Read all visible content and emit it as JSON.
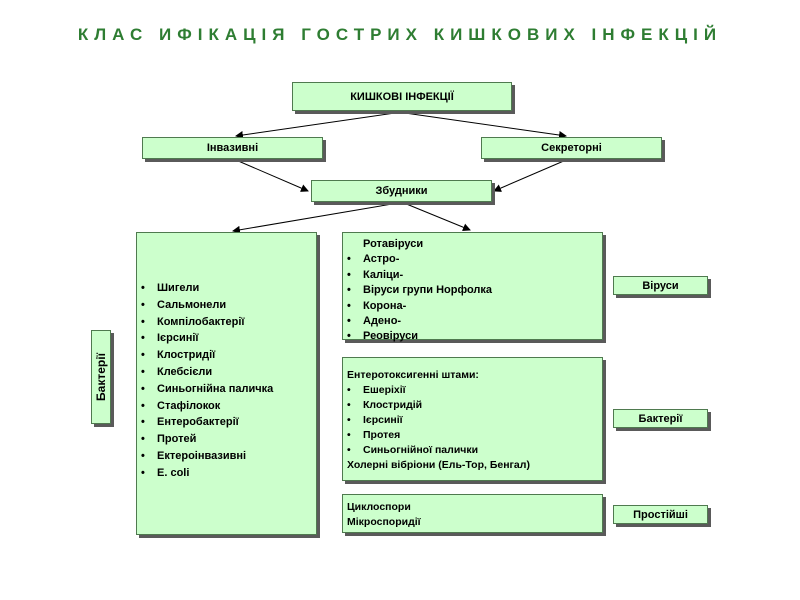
{
  "title": "КЛАС ИФІКАЦІЯ ГОСТРИХ КИШКОВИХ ІНФЕКЦІЙ",
  "root": "КИШКОВІ ІНФЕКЦІЇ",
  "invasive": "Інвазивні",
  "secretory": "Секреторні",
  "pathogens": "Збудники",
  "bacteria_list": [
    "Шигели",
    "Сальмонели",
    "Компілобактерії",
    "Ієрсинії",
    "Клостридії",
    "Клебсієли",
    "Синьогнійна паличка",
    "Стафілокок",
    "Ентеробактерії",
    "Протей",
    "Ектероінвазивні",
    "E. coli"
  ],
  "bacteria_side_label": "Бактерії",
  "viruses": {
    "heading": "Ротавіруси",
    "items": [
      "Астро-",
      "Каліци-",
      "Віруси групи Норфолка",
      "Корона-",
      "Адено-",
      "Реовіруси"
    ],
    "label": "Віруси"
  },
  "secretory_bacteria": {
    "heading": "Ентеротоксигенні штами:",
    "items": [
      "Ешеріхії",
      "Клостридій",
      "Ієрсинії",
      "Протея",
      "Синьогнійної палички"
    ],
    "footer": "Холерні вібріони (Ель-Тор, Бенгал)",
    "label": "Бактерії"
  },
  "protozoa": {
    "line1": "Циклоспори",
    "line2": "Мікроспоридії",
    "label": "Простійші"
  }
}
